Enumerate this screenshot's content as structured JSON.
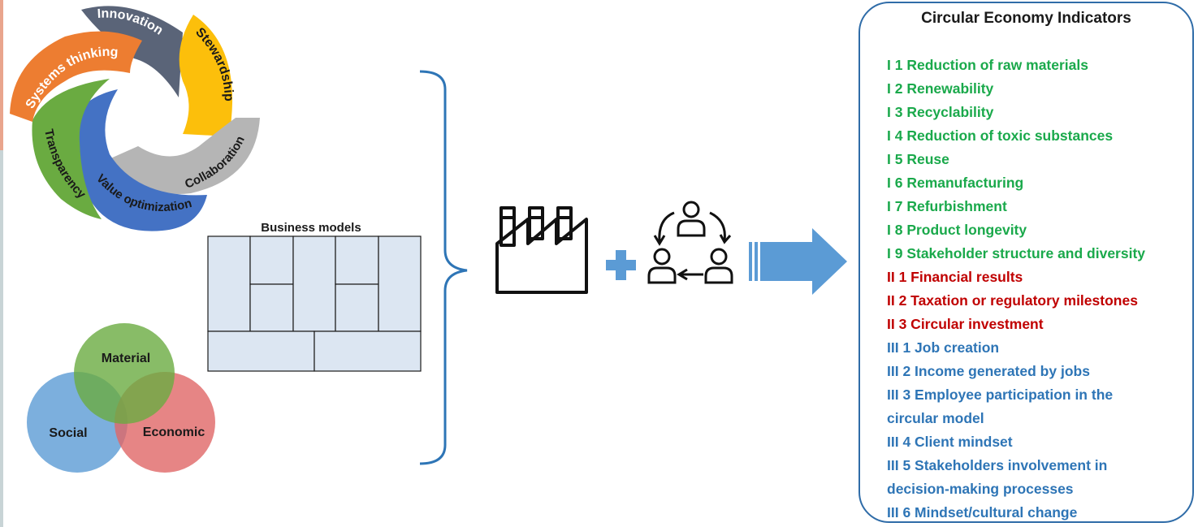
{
  "principles_wheel": {
    "segments": [
      {
        "label": "Innovation",
        "color": "#5a6478"
      },
      {
        "label": "Stewardship",
        "color": "#fcbf0b"
      },
      {
        "label": "Collaboration",
        "color": "#b5b5b5"
      },
      {
        "label": "Value optimization",
        "color": "#4472c4"
      },
      {
        "label": "Transparency",
        "color": "#6aab41"
      },
      {
        "label": "Systems thinking",
        "color": "#ed7d31"
      }
    ]
  },
  "business_models": {
    "title": "Business models",
    "fill": "#dce6f2"
  },
  "venn": {
    "circles": [
      {
        "label": "Material",
        "color": "#6aab41"
      },
      {
        "label": "Social",
        "color": "#5b9bd5"
      },
      {
        "label": "Economic",
        "color": "#e06666"
      }
    ]
  },
  "operators": {
    "plus": "+"
  },
  "arrow_color": "#5b9bd5",
  "indicators_panel": {
    "title": "Circular Economy Indicators",
    "colors": {
      "environmental": "#1aa94b",
      "economic": "#c00000",
      "social": "#2e75b6"
    },
    "items": [
      {
        "text": "I 1 Reduction of raw materials",
        "group": "environmental"
      },
      {
        "text": "I 2 Renewability",
        "group": "environmental"
      },
      {
        "text": "I 3 Recyclability",
        "group": "environmental"
      },
      {
        "text": "I 4 Reduction of toxic substances",
        "group": "environmental"
      },
      {
        "text": "I 5 Reuse",
        "group": "environmental"
      },
      {
        "text": "I 6 Remanufacturing",
        "group": "environmental"
      },
      {
        "text": "I 7 Refurbishment",
        "group": "environmental"
      },
      {
        "text": "I 8 Product longevity",
        "group": "environmental"
      },
      {
        "text": "I 9 Stakeholder structure and diversity",
        "group": "environmental"
      },
      {
        "text": "II 1 Financial results",
        "group": "economic"
      },
      {
        "text": "II 2 Taxation or regulatory milestones",
        "group": "economic"
      },
      {
        "text": "II 3 Circular investment",
        "group": "economic"
      },
      {
        "text": "III 1 Job creation",
        "group": "social"
      },
      {
        "text": "III 2 Income generated by jobs",
        "group": "social"
      },
      {
        "text": "III 3 Employee participation in the",
        "group": "social"
      },
      {
        "text": "circular model",
        "group": "social"
      },
      {
        "text": "III 4 Client mindset",
        "group": "social"
      },
      {
        "text": "III 5 Stakeholders involvement in",
        "group": "social"
      },
      {
        "text": "decision-making processes",
        "group": "social"
      },
      {
        "text": "III 6 Mindset/cultural change",
        "group": "social"
      }
    ]
  }
}
